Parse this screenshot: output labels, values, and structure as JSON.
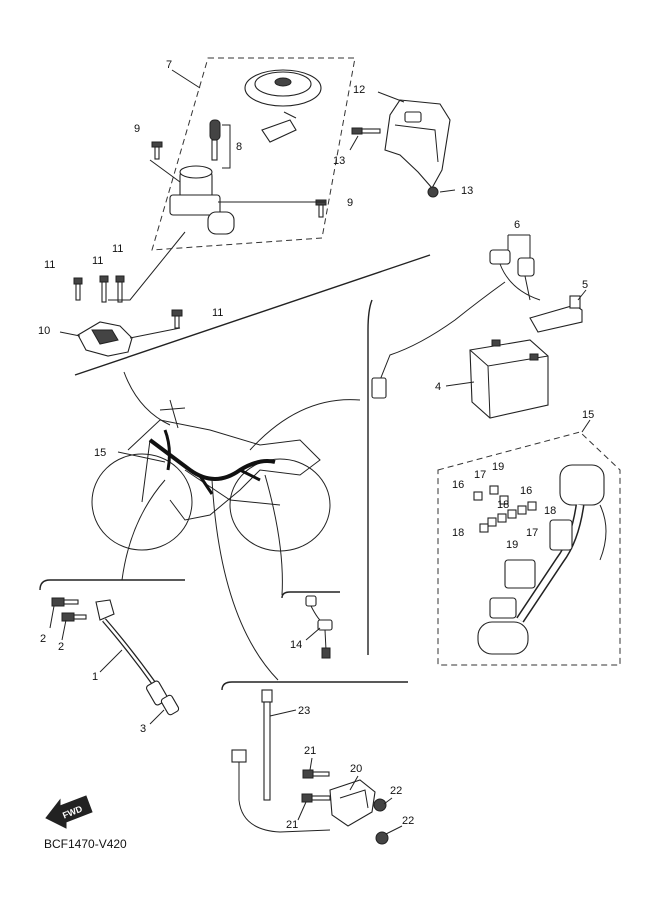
{
  "diagram_code": "BCF1470-V420",
  "fwd_label": "FWD",
  "callouts": {
    "c1": "1",
    "c2a": "2",
    "c2b": "2",
    "c3": "3",
    "c4": "4",
    "c5": "5",
    "c6": "6",
    "c7": "7",
    "c8": "8",
    "c9a": "9",
    "c9b": "9",
    "c10": "10",
    "c11a": "11",
    "c11b": "11",
    "c11c": "11",
    "c11d": "11",
    "c12": "12",
    "c13a": "13",
    "c13b": "13",
    "c14": "14",
    "c15a": "15",
    "c15b": "15",
    "c16a": "16",
    "c16b": "16",
    "c17a": "17",
    "c17b": "17",
    "c18a": "18",
    "c18b": "18",
    "c18c": "18",
    "c19a": "19",
    "c19b": "19",
    "c20": "20",
    "c21a": "21",
    "c21b": "21",
    "c22a": "22",
    "c22b": "22",
    "c23": "23"
  }
}
